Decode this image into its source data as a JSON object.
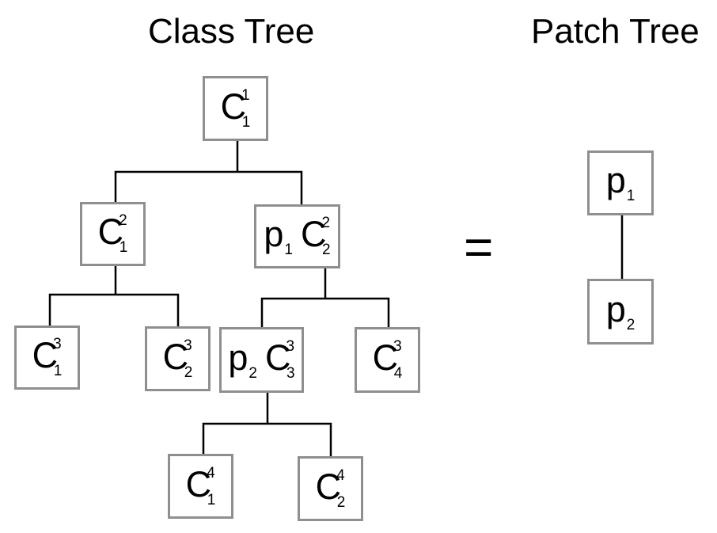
{
  "class_tree": {
    "title": "Class Tree",
    "nodes": [
      {
        "id": "n1",
        "terms": [
          {
            "base": "C",
            "sup": "1",
            "sub": "1"
          }
        ]
      },
      {
        "id": "n2",
        "terms": [
          {
            "base": "C",
            "sup": "2",
            "sub": "1"
          }
        ]
      },
      {
        "id": "n3",
        "terms": [
          {
            "base": "p",
            "sub": "1"
          },
          {
            "base": "C",
            "sup": "2",
            "sub": "2"
          }
        ]
      },
      {
        "id": "n4",
        "terms": [
          {
            "base": "C",
            "sup": "3",
            "sub": "1"
          }
        ]
      },
      {
        "id": "n5",
        "terms": [
          {
            "base": "C",
            "sup": "3",
            "sub": "2"
          }
        ]
      },
      {
        "id": "n6",
        "terms": [
          {
            "base": "p",
            "sub": "2"
          },
          {
            "base": "C",
            "sup": "3",
            "sub": "3"
          }
        ]
      },
      {
        "id": "n7",
        "terms": [
          {
            "base": "C",
            "sup": "3",
            "sub": "4"
          }
        ]
      },
      {
        "id": "n8",
        "terms": [
          {
            "base": "C",
            "sup": "4",
            "sub": "1"
          }
        ]
      },
      {
        "id": "n9",
        "terms": [
          {
            "base": "C",
            "sup": "4",
            "sub": "2"
          }
        ]
      }
    ]
  },
  "equals_sign": "=",
  "patch_tree": {
    "title": "Patch Tree",
    "nodes": [
      {
        "id": "q1",
        "terms": [
          {
            "base": "p",
            "sub": "1"
          }
        ]
      },
      {
        "id": "q2",
        "terms": [
          {
            "base": "p",
            "sub": "2"
          }
        ]
      }
    ]
  },
  "colors": {
    "node_border": "#8f8f8f",
    "edge": "#000000",
    "text": "#000000",
    "background": "#ffffff"
  }
}
